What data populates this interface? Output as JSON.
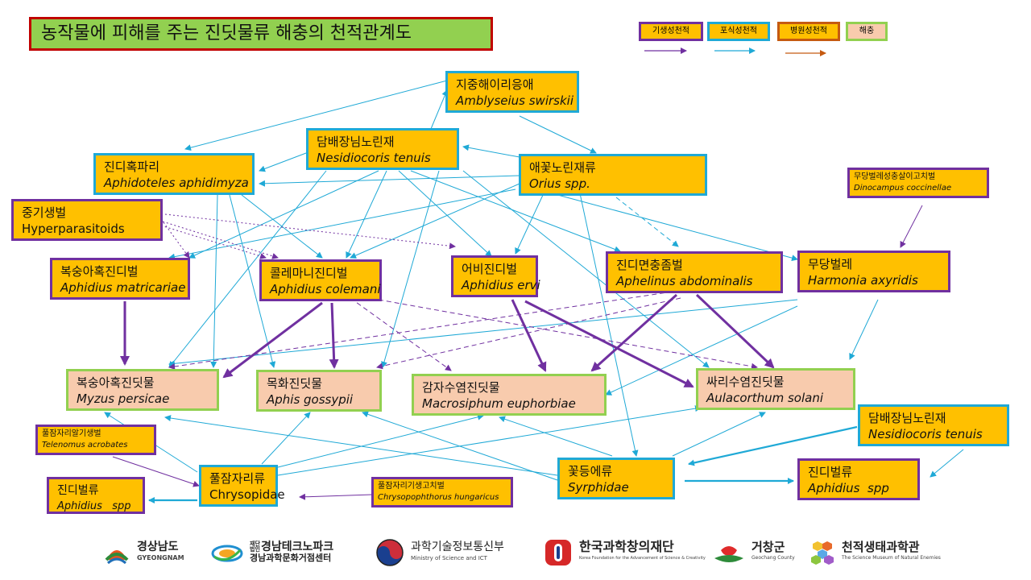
{
  "title": "농작물에 피해를 주는 진딧물류 해충의 천적관계도",
  "legend": {
    "parasitic": "기생성천적",
    "predatory": "포식성천적",
    "pathogenic": "병원성천적",
    "pest": "해충"
  },
  "colors": {
    "parasitic": "#7030a0",
    "predatory": "#1fa9d6",
    "pathogenic": "#c55a11",
    "pest_border": "#92d050",
    "enemy_fill": "#ffc000",
    "pest_fill": "#f8cbad",
    "title_fill": "#92d050",
    "title_border": "#c00000"
  },
  "nodes": {
    "amblyseius": {
      "ko": "지중해이리응애",
      "sci": "Amblyseius swirskii"
    },
    "nesidiocoris": {
      "ko": "담배장님노린재",
      "sci": "Nesidiocoris tenuis"
    },
    "orius": {
      "ko": "애꽃노린재류",
      "sci": "Orius spp."
    },
    "aphidoletes": {
      "ko": "진디혹파리",
      "sci": "Aphidoteles aphidimyza"
    },
    "hyperparasitoids": {
      "ko": "중기생벌",
      "sci": "Hyperparasitoids"
    },
    "dinocampus": {
      "ko": "무당벌레성충살이고치벌",
      "sci": "Dinocampus coccinellae"
    },
    "matricariae": {
      "ko": "복숭아혹진디벌",
      "sci": "Aphidius matricariae"
    },
    "colemani": {
      "ko": "콜레마니진디벌",
      "sci": "Aphidius colemani"
    },
    "ervi": {
      "ko": "어비진디벌",
      "sci": "Aphidius ervi"
    },
    "aphelinus": {
      "ko": "진디면충좀벌",
      "sci": "Aphelinus abdominalis"
    },
    "harmonia": {
      "ko": "무당벌레",
      "sci": "Harmonia axyridis"
    },
    "myzus": {
      "ko": "복숭아혹진딧물",
      "sci": "Myzus persicae"
    },
    "aphis": {
      "ko": "목화진딧물",
      "sci": "Aphis gossypii"
    },
    "macrosiphum": {
      "ko": "감자수염진딧물",
      "sci": "Macrosiphum euphorbiae"
    },
    "aulacorthum": {
      "ko": "싸리수염진딧물",
      "sci": "Aulacorthum solani"
    },
    "nesidiocoris2": {
      "ko": "담배장님노린재",
      "sci": "Nesidiocoris tenuis"
    },
    "telenomus": {
      "ko": "풀잠자리알기생벌",
      "sci": "Telenomus acrobates"
    },
    "chrysopidae": {
      "ko": "풀잠자리류",
      "sci": "Chrysopidae"
    },
    "chrysopophthorus": {
      "ko": "풀잠자리기생고치벌",
      "sci": "Chrysopophthorus hungaricus"
    },
    "syrphidae": {
      "ko": "꽃등에류",
      "sci": "Syrphidae"
    },
    "aphidius_left": {
      "ko": "진디벌류",
      "sci": "Aphidius   spp"
    },
    "aphidius_right": {
      "ko": "진디벌류",
      "sci": "Aphidius  spp"
    }
  },
  "logos": {
    "gyeongnam": {
      "main": "경상남도",
      "sub": "GYEONGNAM",
      "icon": "gyeongnam-emblem-icon"
    },
    "gntp": {
      "badge": "재단법인",
      "main": "경남테크노파크",
      "sub": "경남과학문화거점센터",
      "icon": "gntp-swoosh-icon"
    },
    "msit": {
      "main": "과학기술정보통신부",
      "sub": "Ministry of Science and ICT",
      "icon": "taegeuk-icon"
    },
    "kofac": {
      "main": "한국과학창의재단",
      "sub": "Korea Foundation for the Advancement of Science & Creativity",
      "icon": "kofac-icon"
    },
    "geochang": {
      "main": "거창군",
      "sub": "Geochang County",
      "icon": "geochang-apple-icon"
    },
    "museum": {
      "main": "천적생태과학관",
      "sub": "The Science Museum of Natural Enemies",
      "icon": "hexagon-cluster-icon"
    }
  }
}
